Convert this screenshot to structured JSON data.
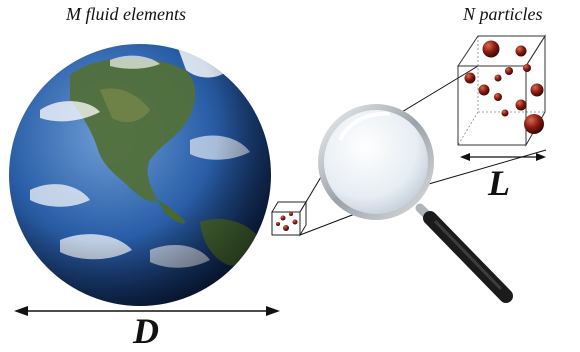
{
  "labels": {
    "fluid_elements": "M fluid elements",
    "particles": "N particles",
    "domain_size": "D",
    "box_size": "L"
  },
  "icons": {
    "earth": "earth-globe-icon",
    "magnifier": "magnifying-glass-icon"
  },
  "colors": {
    "ocean": "#2a5fa8",
    "land": "#4f6b33",
    "particle": "#8a1c10",
    "lens": "#e9eff4",
    "handle": "#1b1b1b",
    "line": "#111111"
  }
}
